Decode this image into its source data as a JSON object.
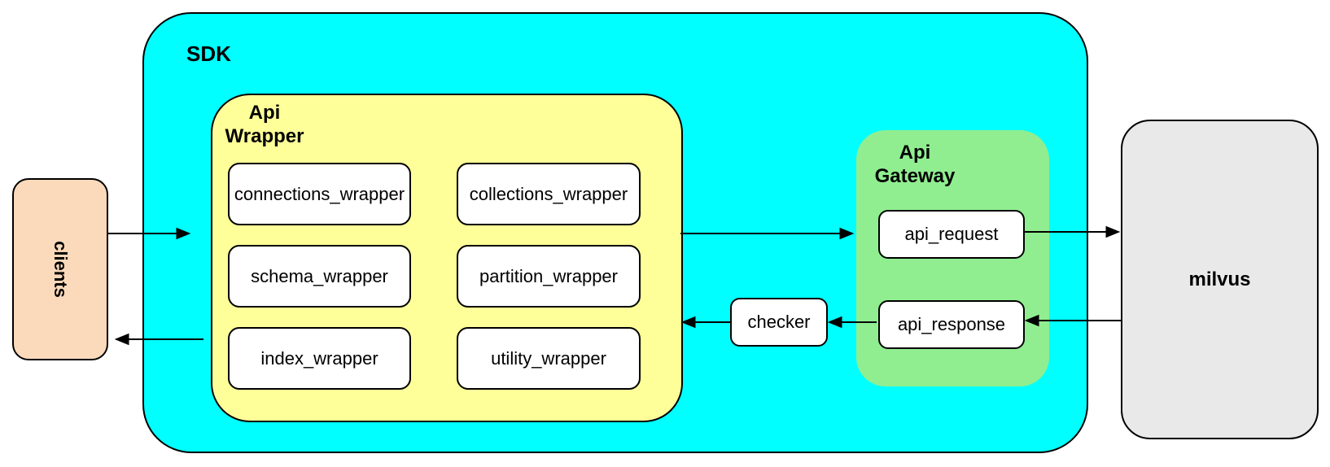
{
  "colors": {
    "sdk_fill": "#00ffff",
    "api_wrapper_fill": "#ffff99",
    "api_gateway_fill": "#90ee90",
    "clients_fill": "#fbdabb",
    "milvus_fill": "#e9e9e9",
    "node_fill": "#ffffff",
    "border": "#000000"
  },
  "clients": {
    "label": "clients"
  },
  "sdk": {
    "label": "SDK"
  },
  "api_wrapper": {
    "label_line1": "Api",
    "label_line2": "Wrapper",
    "modules": [
      {
        "label": "connections_wrapper"
      },
      {
        "label": "collections_wrapper"
      },
      {
        "label": "schema_wrapper"
      },
      {
        "label": "partition_wrapper"
      },
      {
        "label": "index_wrapper"
      },
      {
        "label": "utility_wrapper"
      }
    ]
  },
  "api_gateway": {
    "label_line1": "Api",
    "label_line2": "Gateway",
    "request": {
      "label": "api_request"
    },
    "response": {
      "label": "api_response"
    }
  },
  "checker": {
    "label": "checker"
  },
  "milvus": {
    "label": "milvus"
  },
  "connections": [
    {
      "from": "clients",
      "to": "sdk"
    },
    {
      "from": "api_wrapper",
      "to": "api_gateway"
    },
    {
      "from": "api_request",
      "to": "milvus"
    },
    {
      "from": "milvus",
      "to": "api_response"
    },
    {
      "from": "api_response",
      "to": "checker"
    },
    {
      "from": "checker",
      "to": "api_wrapper"
    },
    {
      "from": "sdk",
      "to": "clients"
    }
  ]
}
